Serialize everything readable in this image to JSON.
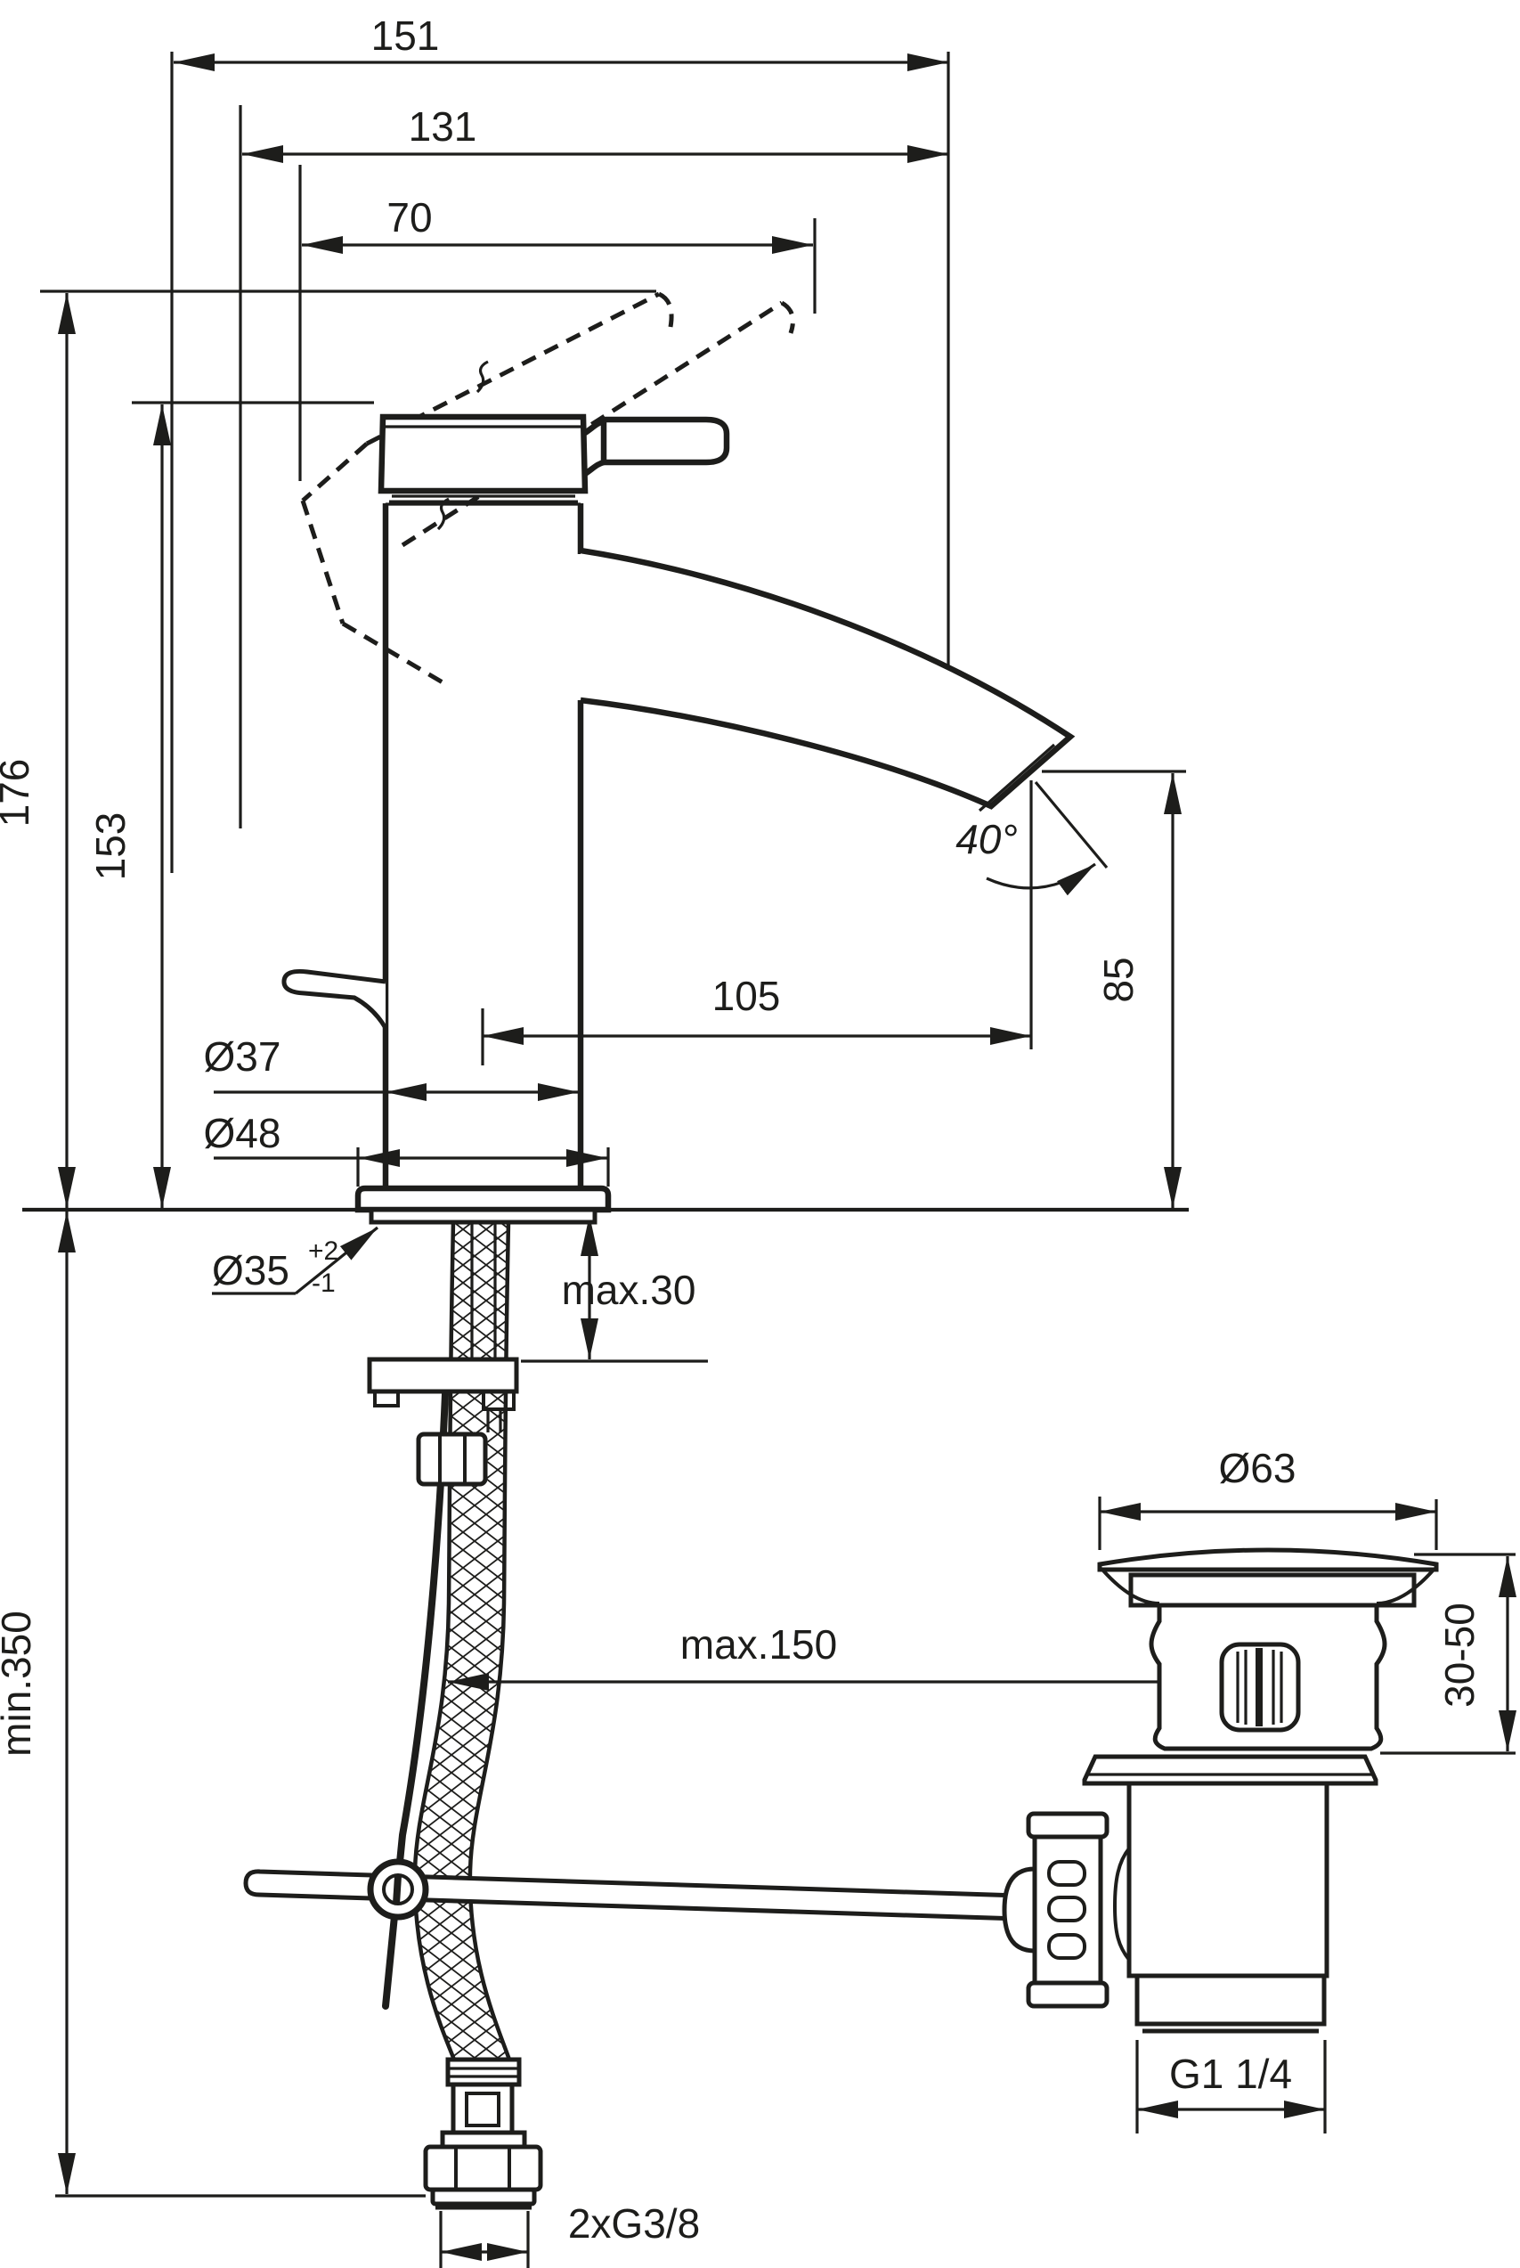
{
  "drawing": {
    "background_color": "#ffffff",
    "line_color": "#1d1d1b",
    "labels": {
      "width_overall": "151",
      "width_to_spout": "131",
      "handle_projection": "70",
      "height_overall": "176",
      "height_to_cartridge": "153",
      "spout_reach": "105",
      "outlet_height": "85",
      "outlet_angle": "40°",
      "body_diameter": "Ø37",
      "base_diameter": "Ø48",
      "hole_diameter": "Ø35",
      "hole_tolerance_plus": "+2",
      "hole_tolerance_minus": "-1",
      "deck_thickness_max": "max.30",
      "hose_length_min": "min.350",
      "rod_distance_max": "max.150",
      "waste_flange_diameter": "Ø63",
      "waste_deck_range": "30-50",
      "waste_thread": "G1 1/4",
      "supply_thread": "2xG3/8"
    }
  }
}
